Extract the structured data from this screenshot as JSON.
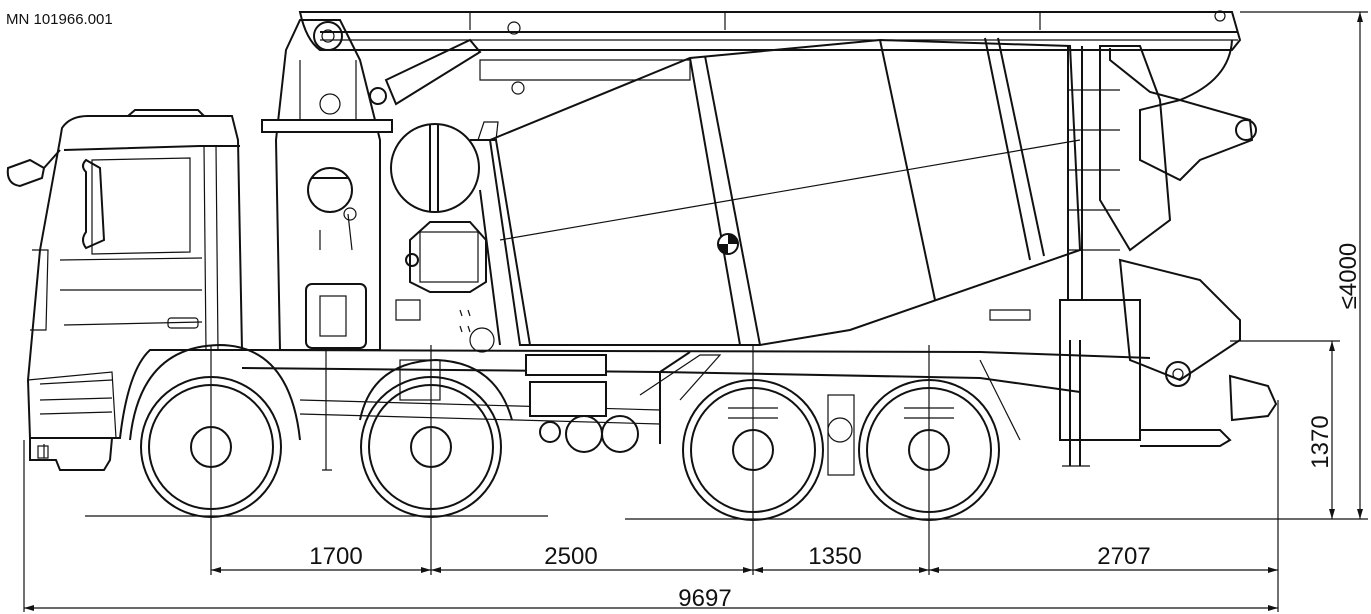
{
  "drawing_code": "MN 101966.001",
  "dimensions": {
    "axle_1_2": "1700",
    "axle_2_3": "2500",
    "axle_3_4": "1350",
    "rear_overhang": "2707",
    "overall_length": "9697",
    "overall_height": "≤4000",
    "chute_height": "1370"
  }
}
